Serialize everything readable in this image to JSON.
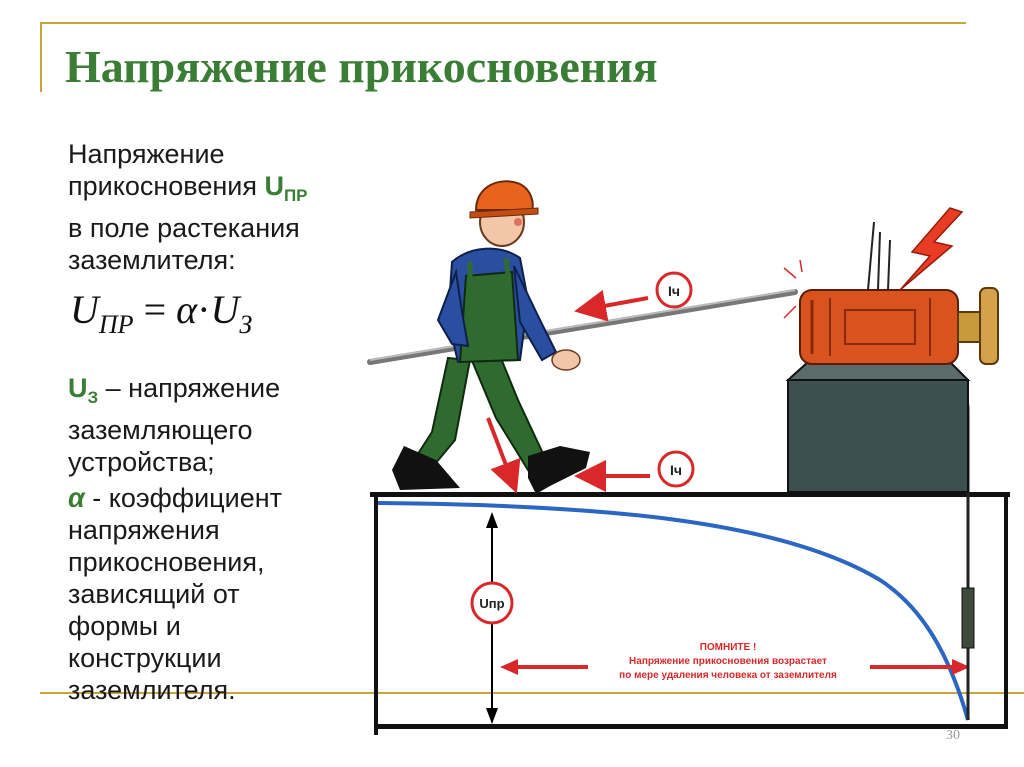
{
  "title": "Напряжение прикосновения",
  "definition": {
    "line1": "Напряжение",
    "line2_prefix": "прикосновения ",
    "line2_symbol": "U",
    "line2_symbol_sub": "ПР",
    "line3": "в поле растекания",
    "line4": "заземлителя:"
  },
  "formula": {
    "lhs": "U",
    "lhs_sub": "ПР",
    "equals": " = ",
    "alpha": "α",
    "dot": "·",
    "rhs": "U",
    "rhs_sub": "З"
  },
  "uz": {
    "symbol": "U",
    "symbol_sub": "З",
    "line1_rest": " – напряжение",
    "line2": "заземляющего",
    "line3": "устройства;"
  },
  "alpha_def": {
    "symbol": "α",
    "line1_rest": " - коэффициент",
    "line2": "напряжения",
    "line3": "прикосновения,",
    "line4": "зависящий от",
    "line5": "формы и",
    "line6": "конструкции",
    "line7": "заземлителя."
  },
  "diagram": {
    "current_label": "Iч",
    "upr_label": "Uпр",
    "note_title": "ПОМНИТЕ !",
    "note_line1": "Напряжение прикосновения возрастает",
    "note_line2": "по мере удаления человека от заземлителя"
  },
  "page_number": "30",
  "colors": {
    "title_green": "#3a7d34",
    "frame_gold": "#c9a43a",
    "arrow_red": "#d8282a",
    "curve_blue": "#2a66c2",
    "motor_orange": "#d9531f",
    "worker_green": "#2f6b2f",
    "shirt_blue": "#2a4fa0"
  }
}
